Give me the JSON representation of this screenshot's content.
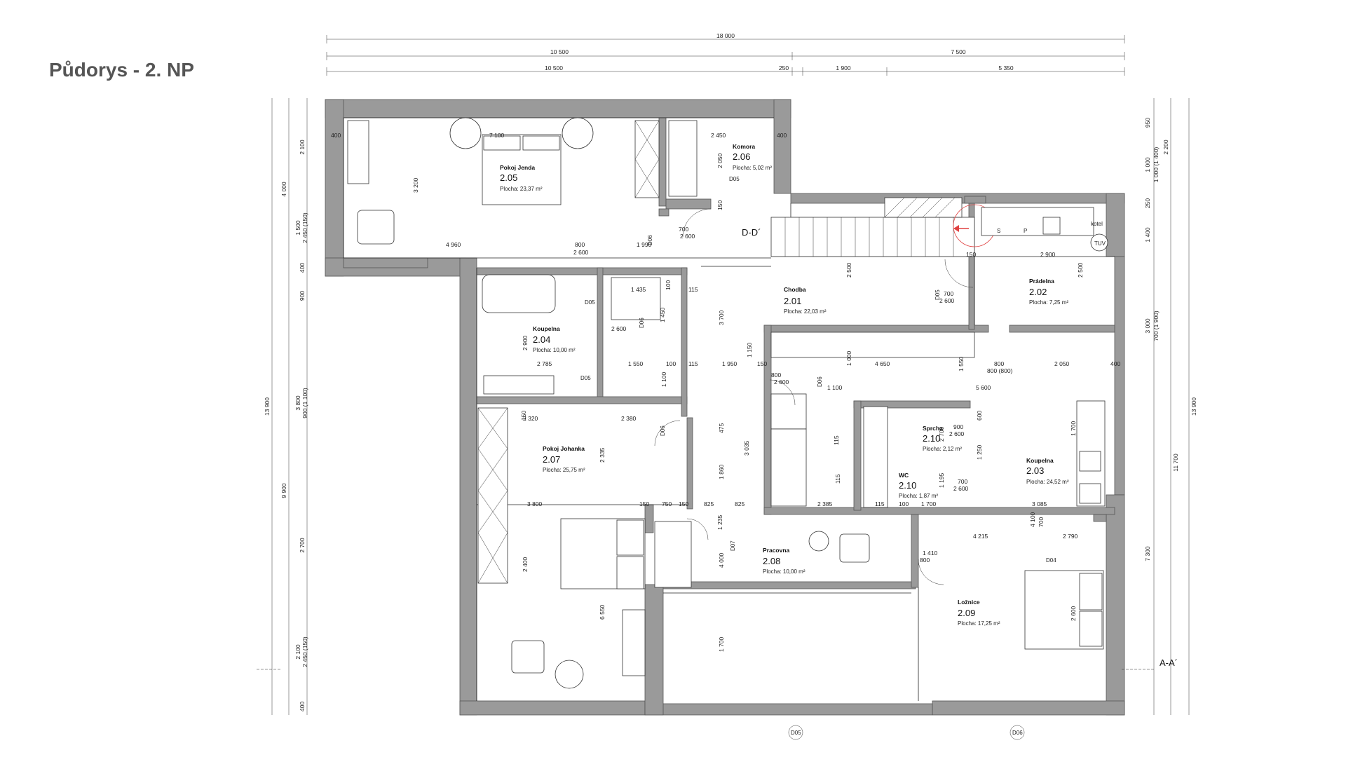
{
  "title": "Půdorys - 2. NP",
  "rooms": [
    {
      "name": "Pokoj Jenda",
      "number": "2.05",
      "area": "Plocha: 23,37 m²"
    },
    {
      "name": "Komora",
      "number": "2.06",
      "area": "Plocha: 5,02 m²"
    },
    {
      "name": "Chodba",
      "number": "2.01",
      "area": "Plocha: 22,03 m²"
    },
    {
      "name": "Prádelna",
      "number": "2.02",
      "area": "Plocha: 7,25 m²"
    },
    {
      "name": "Koupelna",
      "number": "2.04",
      "area": "Plocha: 10,00 m²"
    },
    {
      "name": "Pokoj Johanka",
      "number": "2.07",
      "area": "Plocha: 25,75 m²"
    },
    {
      "name": "Sprcha",
      "number": "2.10",
      "area": "Plocha: 2,12 m²"
    },
    {
      "name": "WC",
      "number": "2.10",
      "area": "Plocha: 1,87 m²"
    },
    {
      "name": "Koupelna",
      "number": "2.03",
      "area": "Plocha: 24,52 m²"
    },
    {
      "name": "Pracovna",
      "number": "2.08",
      "area": "Plocha: 10,00 m²"
    },
    {
      "name": "Ložnice",
      "number": "2.09",
      "area": "Plocha: 17,25 m²"
    }
  ],
  "dims_top": [
    {
      "row": 1,
      "values": [
        "18 000"
      ]
    },
    {
      "row": 2,
      "values": [
        "10 500",
        "7 500"
      ]
    },
    {
      "row": 3,
      "values": [
        "10 500",
        "250",
        "1 900",
        "5 350"
      ]
    }
  ],
  "dims_left": [
    "13 900",
    "4 000",
    "9 900",
    "2 100",
    "1 500",
    "2 450 (150)",
    "400",
    "900",
    "3 800",
    "900 (1 100)",
    "2 700",
    "2 100",
    "2 450 (150)",
    "400"
  ],
  "dims_right": [
    "13 900",
    "11 700",
    "950",
    "1 000",
    "1 000 (1 400)",
    "2 200",
    "250",
    "1 400",
    "3 000",
    "700 (1 900)",
    "7 300"
  ],
  "dims_interior": [
    "400",
    "7 100",
    "2 450",
    "3 200",
    "4 960",
    "800",
    "1 990",
    "2 600",
    "2 050",
    "400",
    "150",
    "2 600",
    "700",
    "1 435",
    "100",
    "115",
    "2 600",
    "1 450",
    "2 900",
    "2 785",
    "1 550",
    "100",
    "115",
    "1 950",
    "3 700",
    "150",
    "1 150",
    "2 500",
    "700",
    "2 600",
    "2 900",
    "2 500",
    "150",
    "1 000",
    "4 650",
    "1 550",
    "800",
    "800 (800)",
    "2 050",
    "400",
    "800",
    "2 600",
    "1 100",
    "5 600",
    "2 320",
    "2 380",
    "150",
    "475",
    "3 035",
    "1 860",
    "115",
    "2 335",
    "900",
    "2 600",
    "600",
    "1 250",
    "700",
    "2 600",
    "1 700",
    "3 085",
    "3 800",
    "150",
    "750",
    "150",
    "825",
    "825",
    "2 385",
    "115",
    "100",
    "1 700",
    "115",
    "4 000",
    "1 700",
    "2 400",
    "6 550",
    "4 215",
    "2 790",
    "1 410",
    "800",
    "2 600",
    "4 100",
    "700",
    "2 700",
    "1 195",
    "1 100",
    "1 235",
    "115"
  ],
  "doors": [
    "D05",
    "D05",
    "D05",
    "D06",
    "D06",
    "D06",
    "D05",
    "D07",
    "D04",
    "D05",
    "D06",
    "D06"
  ],
  "section_marks": [
    "D-D´",
    "A-A´"
  ],
  "labels": {
    "kotel": "kotel",
    "tuv": "TUV",
    "s": "S",
    "p": "P"
  }
}
